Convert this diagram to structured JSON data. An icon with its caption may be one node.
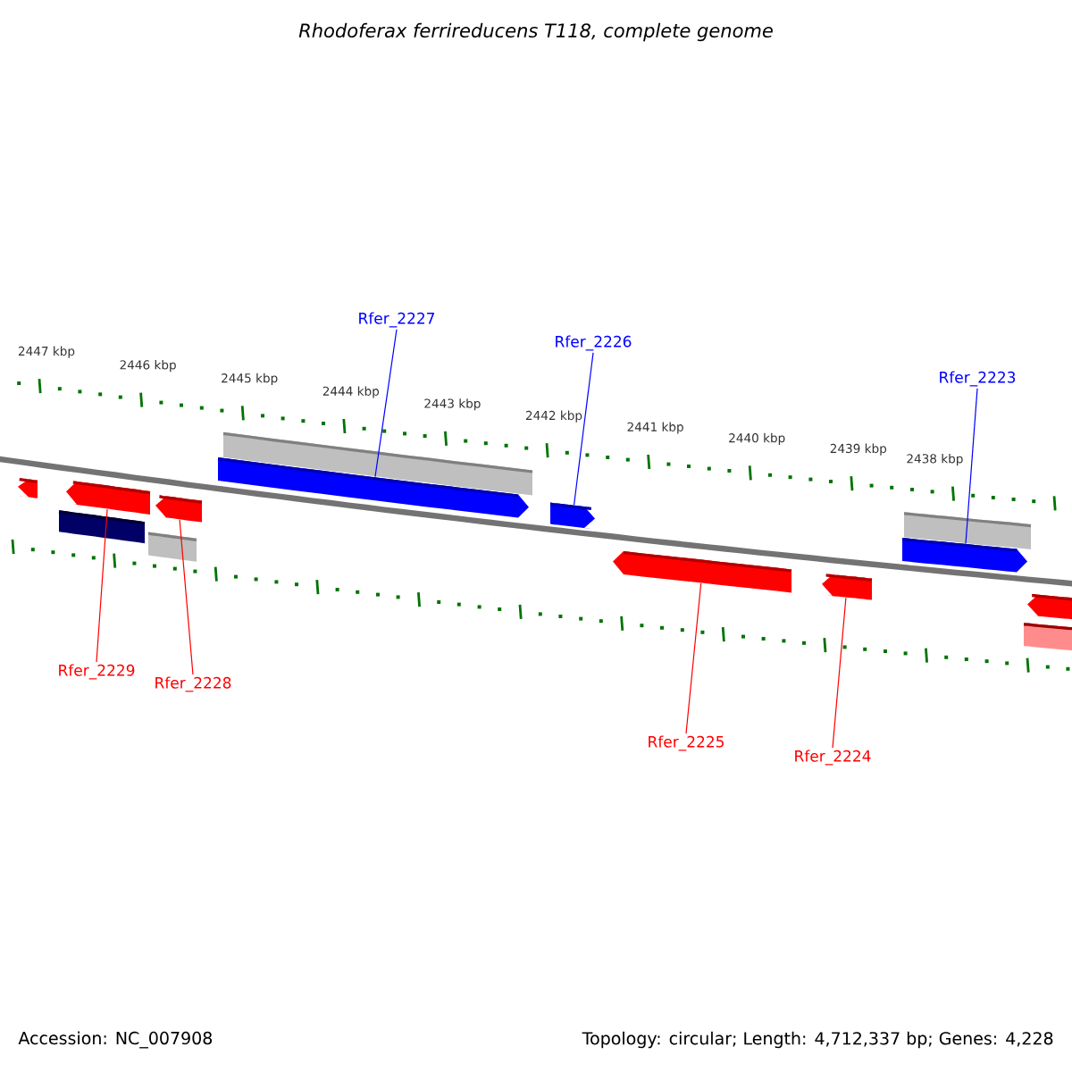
{
  "diagram": {
    "title": "Rhodoferax ferrireducens T118, complete genome",
    "nodes": [
      {
        "text": [
          "Rfer_2227"
        ]
      },
      {
        "text": [
          "Rfer_2226"
        ]
      },
      {
        "text": [
          "Rfer_2223"
        ]
      },
      {
        "text": [
          "Rfer_2229"
        ]
      },
      {
        "text": [
          "Rfer_2228"
        ]
      },
      {
        "text": [
          "Rfer_2225"
        ]
      },
      {
        "text": [
          "Rfer_2224"
        ]
      },
      {
        "text": [],
        "shape": "pentagon"
      },
      {
        "text": [],
        "shape": "box"
      },
      {
        "text": [],
        "shape": "pentagon"
      },
      {
        "text": [],
        "shape": "box"
      },
      {
        "text": [],
        "shape": "pentagon"
      },
      {
        "text": [],
        "shape": "pentagon"
      },
      {
        "text": [],
        "shape": "box"
      },
      {
        "text": [],
        "shape": "pentagon"
      },
      {
        "text": [],
        "shape": "pentagon"
      },
      {
        "text": [],
        "shape": "pentagon"
      },
      {
        "text": [],
        "shape": "pentagon"
      },
      {
        "text": [],
        "shape": "box"
      },
      {
        "text": [],
        "shape": "box"
      },
      {
        "text": [],
        "shape": "pentagon"
      }
    ],
    "edges": [
      {
        "from": 0,
        "to": 12,
        "arrow": "none",
        "color": "#0000ff"
      },
      {
        "from": 1,
        "to": 14,
        "arrow": "none",
        "color": "#0000ff"
      },
      {
        "from": 2,
        "to": 17,
        "arrow": "none",
        "color": "#0000ff"
      },
      {
        "from": 3,
        "to": 9,
        "arrow": "none"
      },
      {
        "from": 4,
        "to": 11,
        "arrow": "none"
      },
      {
        "from": 5,
        "to": 15,
        "arrow": "none"
      },
      {
        "from": 6,
        "to": 16,
        "arrow": "none"
      }
    ],
    "labels": [
      "2447 kbp",
      "2446 kbp",
      "2445 kbp",
      "2444 kbp",
      "2443 kbp",
      "2442 kbp",
      "2441 kbp",
      "2440 kbp",
      "2439 kbp",
      "2438 kbp",
      "Accession: NC_007908",
      "Topology: circular; Length: 4,712,337 bp; Genes: 4,228"
    ]
  }
}
